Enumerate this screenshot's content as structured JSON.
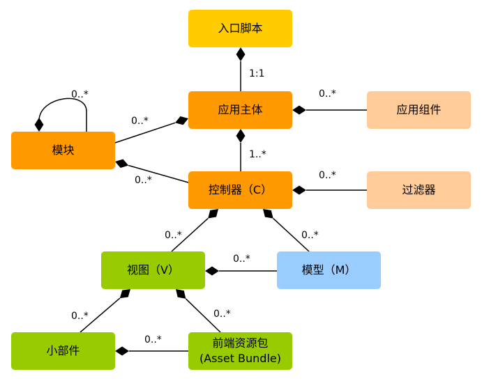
{
  "colors": {
    "yellow": "#FFCC00",
    "orange": "#FF9900",
    "peach": "#FFCC99",
    "green": "#99CC00",
    "blue": "#99CCFF",
    "line": "#000000"
  },
  "nodes": {
    "entry": "入口脚本",
    "app": "应用主体",
    "appcomp": "应用组件",
    "module": "模块",
    "controller": "控制器（C）",
    "filter": "过滤器",
    "view": "视图（V）",
    "model": "模型（M）",
    "widget": "小部件",
    "asset_line1": "前端资源包",
    "asset_line2": "(Asset Bundle)"
  },
  "labels": {
    "entry_app": "1:1",
    "appcomp_app": "0..*",
    "module_self": "0..*",
    "module_app": "0..*",
    "app_controller": "1..*",
    "module_controller": "0..*",
    "filter_controller": "0..*",
    "controller_view": "0..*",
    "controller_model": "0..*",
    "model_view": "0..*",
    "view_widget": "0..*",
    "view_asset": "0..*",
    "asset_widget": "0..*"
  }
}
